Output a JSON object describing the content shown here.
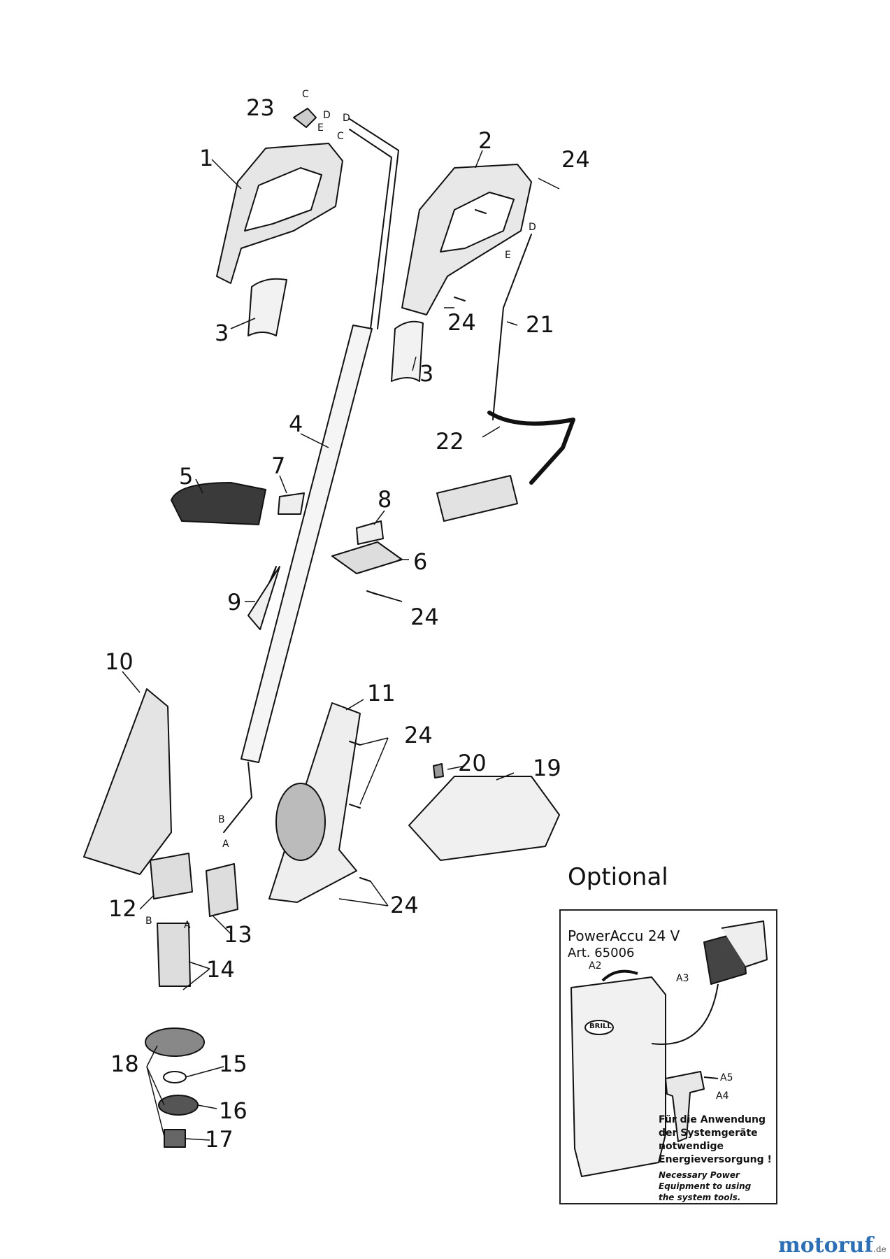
{
  "labels": {
    "l1": "1",
    "l2": "2",
    "l3a": "3",
    "l3b": "3",
    "l4": "4",
    "l5": "5",
    "l6": "6",
    "l7": "7",
    "l8": "8",
    "l9": "9",
    "l10": "10",
    "l11": "11",
    "l12": "12",
    "l13": "13",
    "l14": "14",
    "l15": "15",
    "l16": "16",
    "l17": "17",
    "l18": "18",
    "l19": "19",
    "l20": "20",
    "l21": "21",
    "l22": "22",
    "l23": "23",
    "l24a": "24",
    "l24b": "24",
    "l24c": "24",
    "l24d": "24",
    "l24e": "24"
  },
  "connectors": {
    "c_top": "C",
    "d_top": "D",
    "e_top": "E",
    "d_rod": "D",
    "c_rod": "C",
    "d_cable": "D",
    "e_cable": "E",
    "b_wire": "B",
    "a_wire": "A",
    "b_motor": "B",
    "a_motor": "A"
  },
  "optional_title": "Optional",
  "inset": {
    "title": "PowerAccu 24 V",
    "article": "Art. 65006",
    "a2": "A2",
    "a3": "A3",
    "a4": "A4",
    "a5": "A5",
    "logo": "BRILL",
    "note_de": [
      "Für die Anwendung",
      "der Systemgeräte",
      "notwendige",
      "Energieversorgung !"
    ],
    "note_en": [
      "Necessary Power",
      "Equipment to using",
      "the system tools."
    ]
  },
  "watermark": {
    "main": "motoruf",
    "suffix": ".de"
  }
}
